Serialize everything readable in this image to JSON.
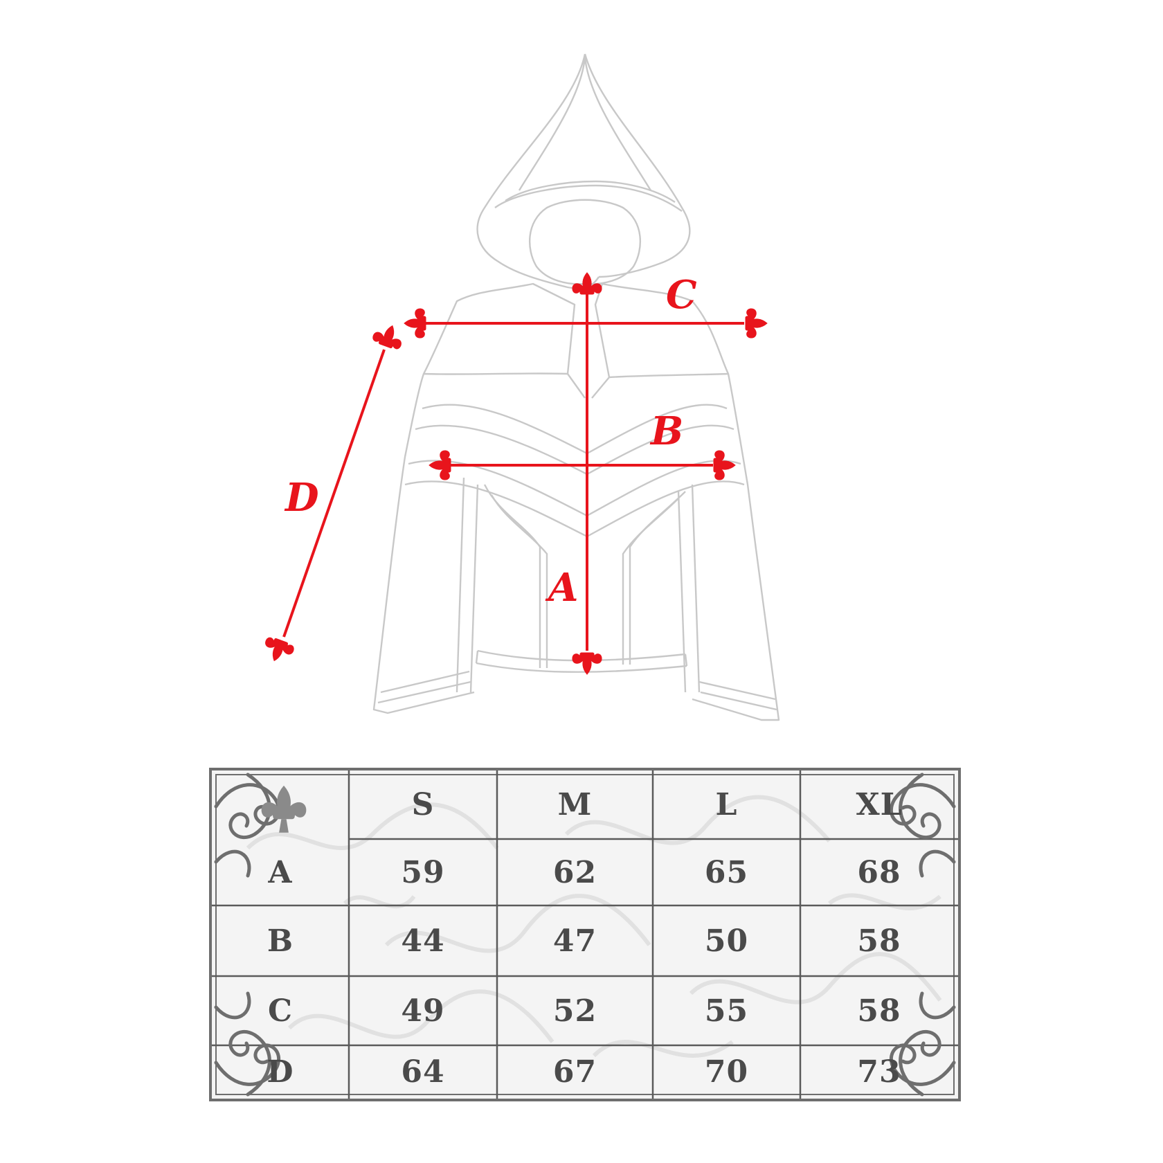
{
  "diagram": {
    "labels": {
      "a": "A",
      "b": "B",
      "c": "C",
      "d": "D"
    },
    "colors": {
      "outline": "#c8c8c8",
      "measure": "#e8141c",
      "text": "#4a4a4a",
      "frame": "#6e6e6e"
    }
  },
  "size_table": {
    "emblem_icon": "fleur-de-lis-icon",
    "columns": [
      "S",
      "M",
      "L",
      "XL"
    ],
    "rows": [
      {
        "label": "A",
        "values": [
          "59",
          "62",
          "65",
          "68"
        ]
      },
      {
        "label": "B",
        "values": [
          "44",
          "47",
          "50",
          "58"
        ]
      },
      {
        "label": "C",
        "values": [
          "49",
          "52",
          "55",
          "58"
        ]
      },
      {
        "label": "D",
        "values": [
          "64",
          "67",
          "70",
          "73"
        ]
      }
    ]
  }
}
